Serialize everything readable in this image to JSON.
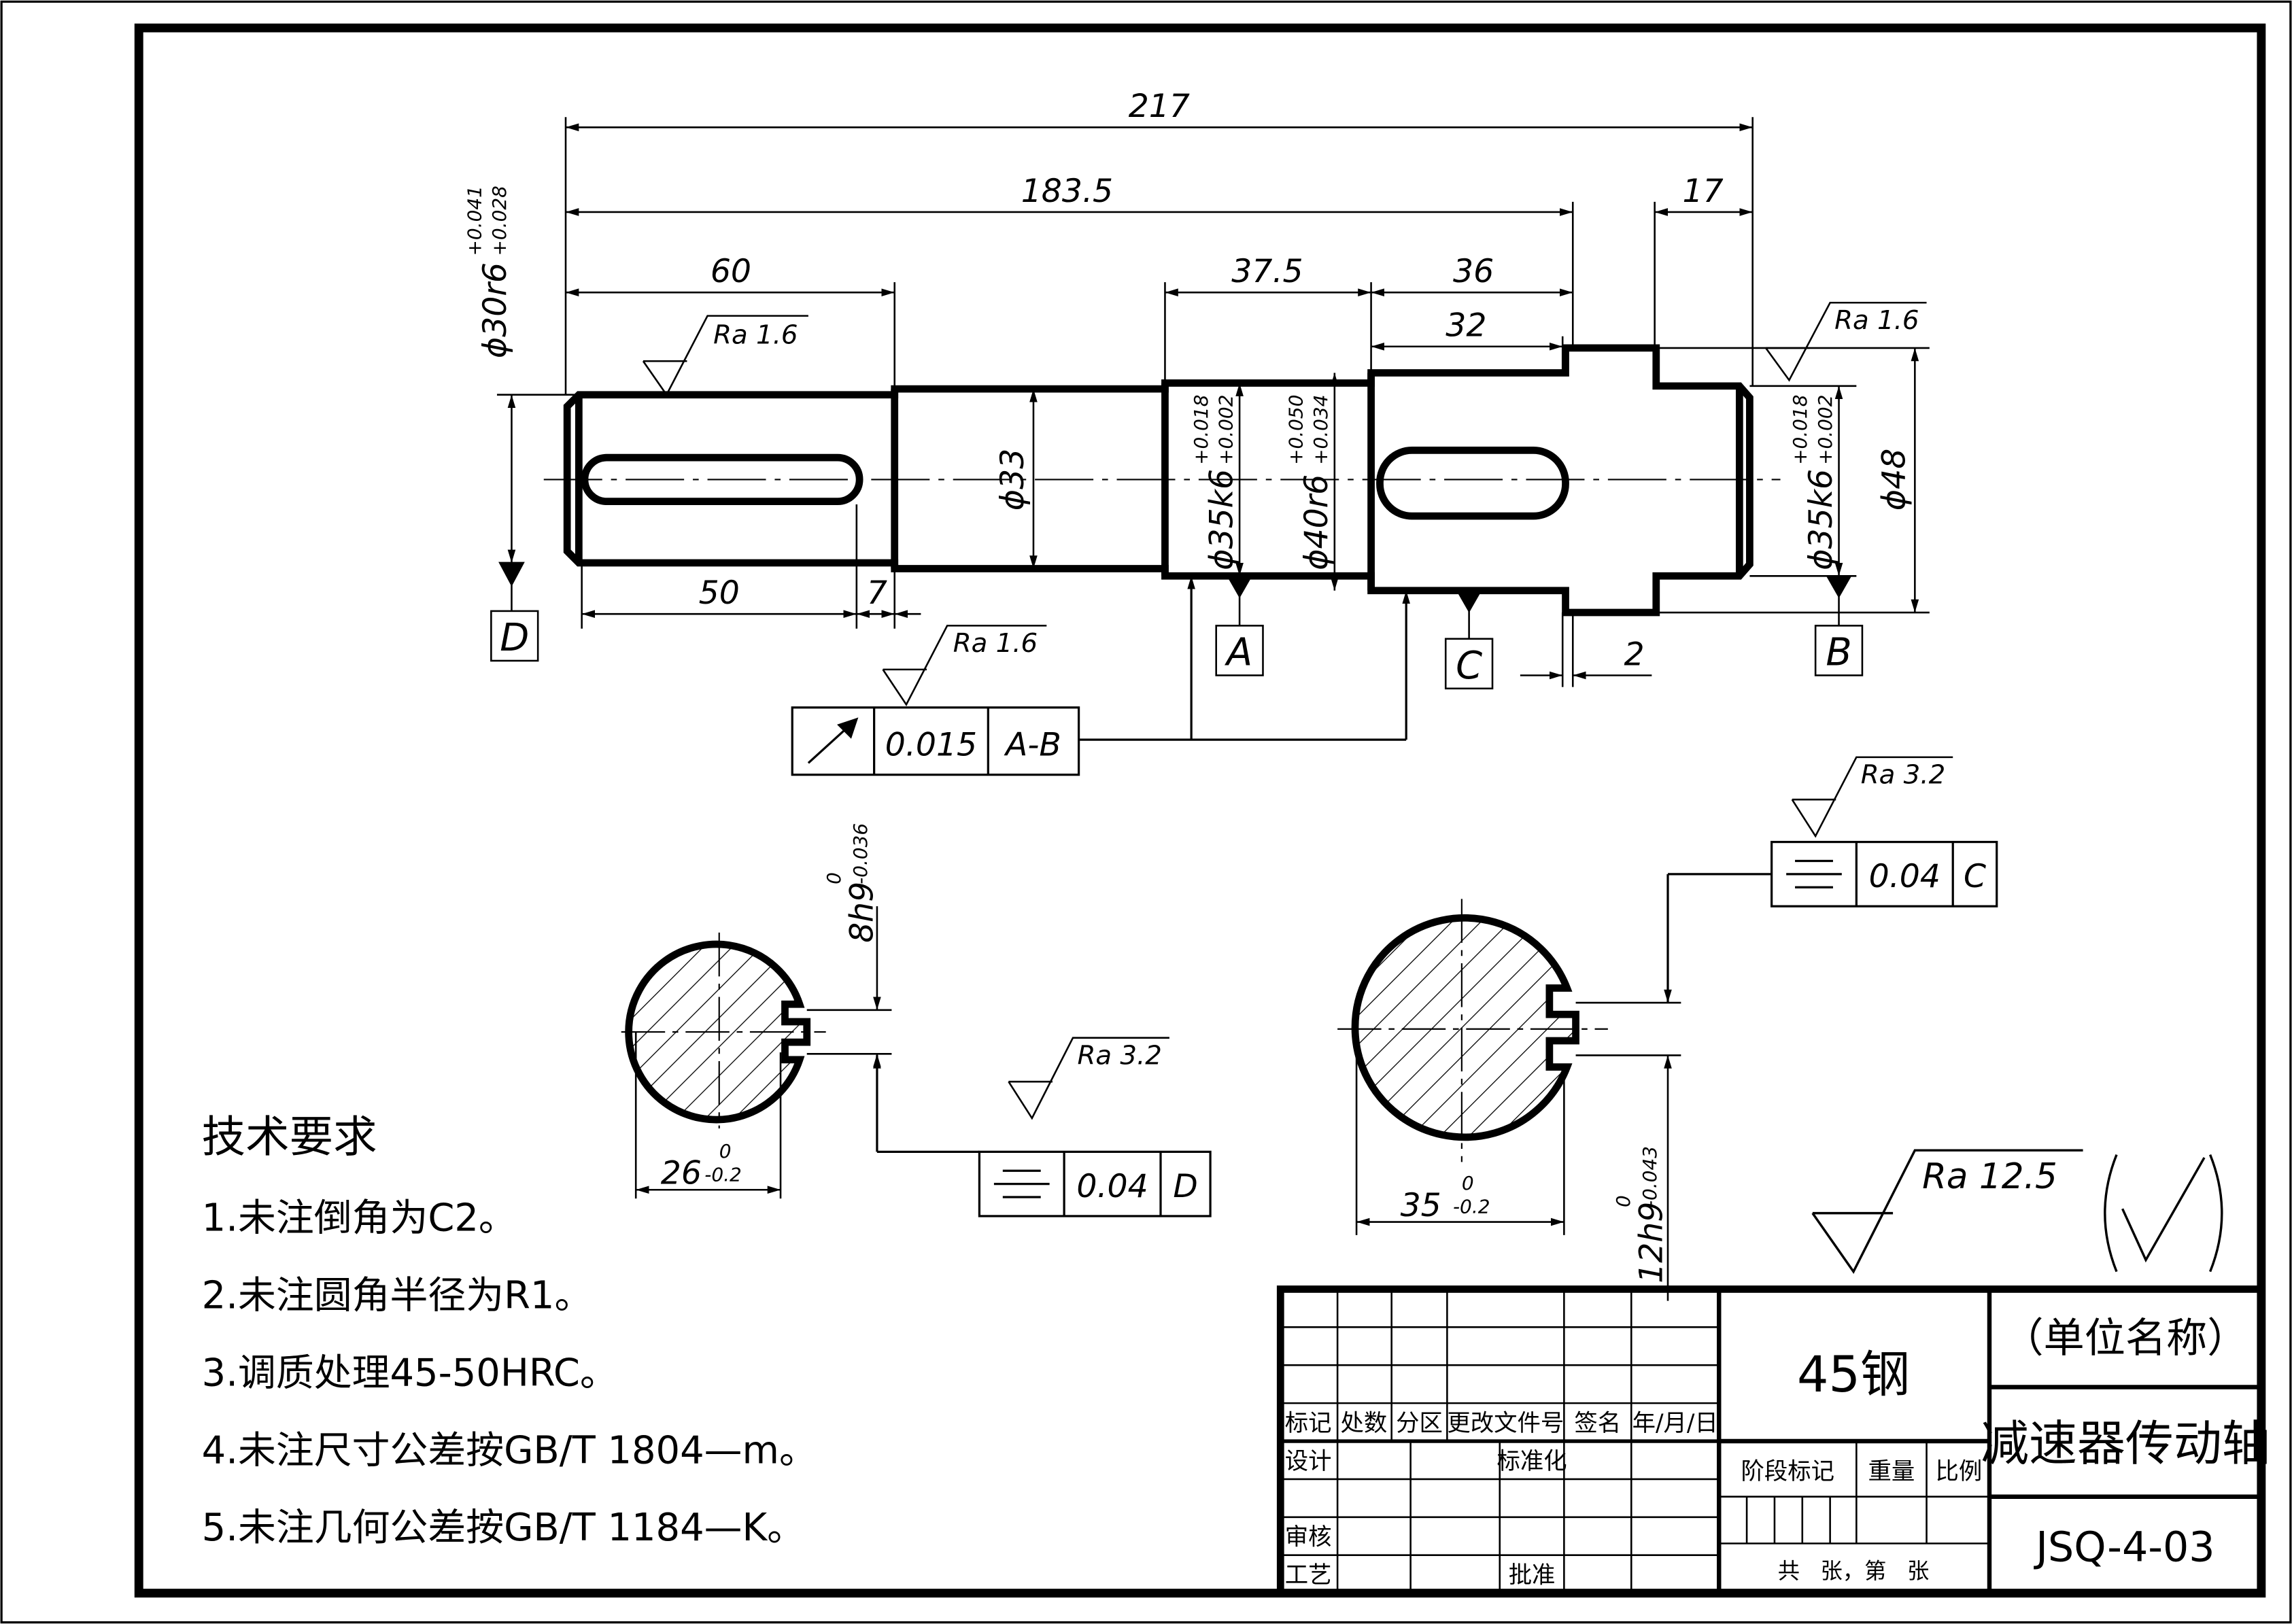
{
  "dims": {
    "overall": "217",
    "d183": "183.5",
    "d60": "60",
    "d375": "37.5",
    "d36": "36",
    "d32": "32",
    "d17": "17",
    "d50": "50",
    "d7": "7",
    "d2": "2",
    "phi33": "ϕ33",
    "phi48": "ϕ48",
    "phi30_base": "ϕ30r6",
    "phi30_upper": "+0.041",
    "phi30_lower": "+0.028",
    "phi35a_base": "ϕ35k6",
    "phi35a_upper": "+0.018",
    "phi35a_lower": "+0.002",
    "phi40_base": "ϕ40r6",
    "phi40_upper": "+0.050",
    "phi40_lower": "+0.034",
    "phi35b_base": "ϕ35k6",
    "phi35b_upper": "+0.018",
    "phi35b_lower": "+0.002",
    "key8_base": "8h9",
    "key8_upper": "0",
    "key8_lower": "-0.036",
    "key12_base": "12h9",
    "key12_upper": "0",
    "key12_lower": "-0.043",
    "sec26_base": "26",
    "sec26_upper": "0",
    "sec26_lower": "-0.2",
    "sec35_base": "35",
    "sec35_upper": "0",
    "sec35_lower": "-0.2"
  },
  "roughness": {
    "r1": "Ra 1.6",
    "r2": "Ra 1.6",
    "r3": "Ra 1.6",
    "r4": "Ra 3.2",
    "r5": "Ra 3.2",
    "general": "Ra 12.5"
  },
  "datums": {
    "a": "A",
    "b": "B",
    "c": "C",
    "d": "D"
  },
  "tolerance_frames": {
    "runout": {
      "value": "0.015",
      "datum": "A-B"
    },
    "sym_left": {
      "value": "0.04",
      "datum": "D"
    },
    "sym_right": {
      "value": "0.04",
      "datum": "C"
    }
  },
  "notes": {
    "title": "技术要求",
    "items": [
      "1.未注倒角为C2。",
      "2.未注圆角半径为R1。",
      "3.调质处理45-50HRC。",
      "4.未注尺寸公差按GB/T 1804—m。",
      "5.未注几何公差按GB/T 1184—K。"
    ]
  },
  "title_block": {
    "material": "45钢",
    "unit": "（单位名称）",
    "part_name": "减速器传动轴",
    "drawing_no": "JSQ-4-03",
    "rev_headers": [
      "标记",
      "处数",
      "分区",
      "更改文件号",
      "签名",
      "年/月/日"
    ],
    "design": "设计",
    "standardize": "标准化",
    "review": "审核",
    "process": "工艺",
    "approve": "批准",
    "stage_mark": "阶段标记",
    "weight": "重量",
    "scale": "比例",
    "sheets": "共   张，第   张"
  }
}
